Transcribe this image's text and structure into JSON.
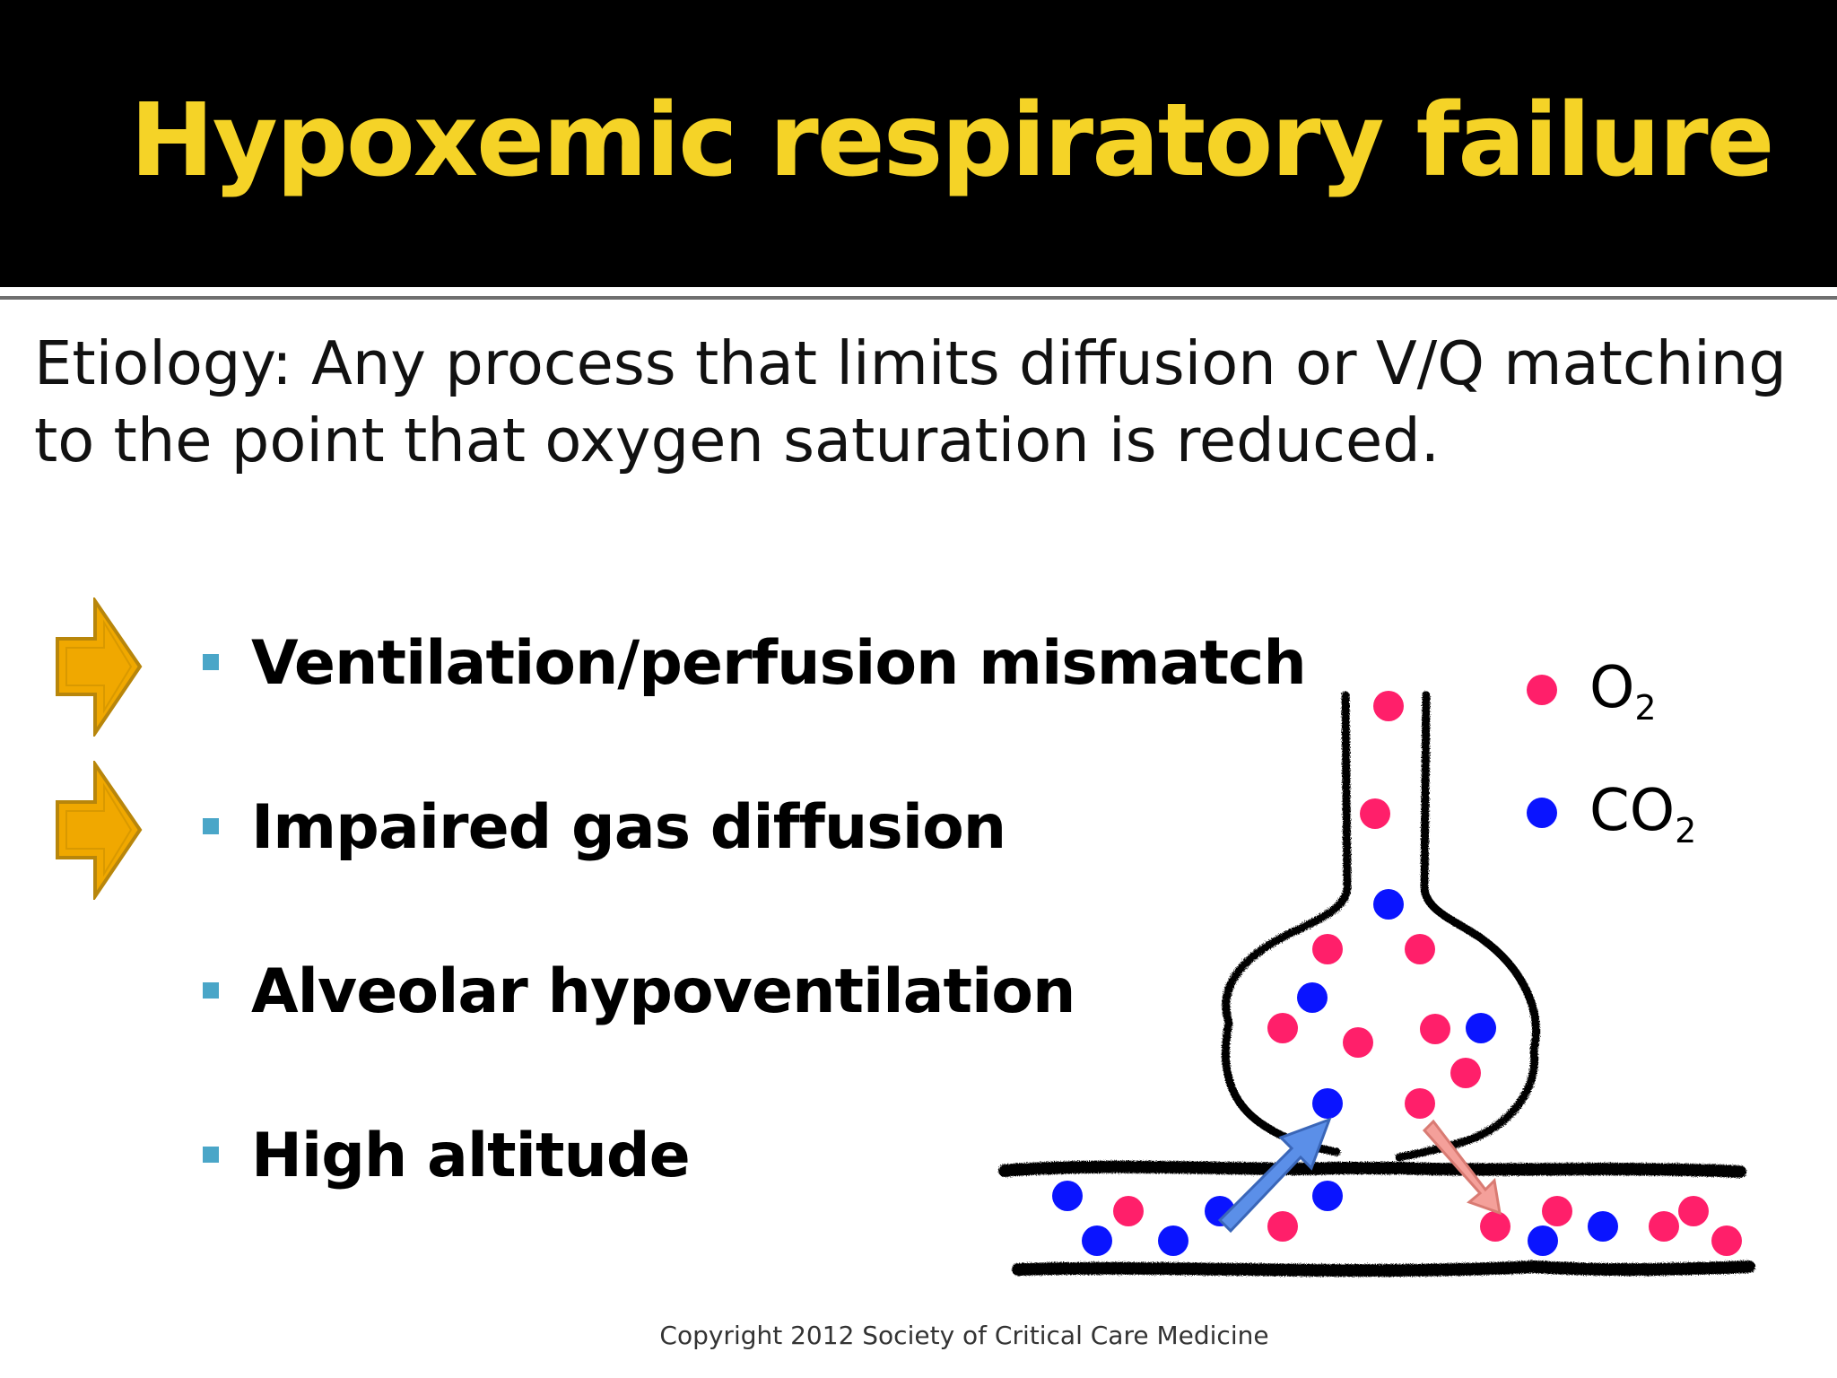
{
  "title": "Hypoxemic respiratory failure",
  "etiology": {
    "line1": "Etiology: Any process that limits diffusion or V/Q matching",
    "line2": "to the point that oxygen saturation is reduced."
  },
  "causes": [
    {
      "label": "Ventilation/perfusion mismatch",
      "highlighted": true
    },
    {
      "label": "Impaired gas diffusion",
      "highlighted": true
    },
    {
      "label": "Alveolar hypoventilation",
      "highlighted": false
    },
    {
      "label": "High altitude",
      "highlighted": false
    }
  ],
  "legend": {
    "o2_label": "O",
    "o2_sub": "2",
    "co2_label": "CO",
    "co2_sub": "2"
  },
  "colors": {
    "title": "#f5d327",
    "arrow_fill": "#f0a800",
    "arrow_stroke": "#b8860b",
    "bullet": "#4aa6c8",
    "o2_dot": "#ff1f6a",
    "co2_dot": "#0a14ff",
    "o2_arrow": "#f4a09a",
    "co2_arrow": "#5b8fe8"
  },
  "copyright": "Copyright 2012 Society of Critical Care Medicine"
}
